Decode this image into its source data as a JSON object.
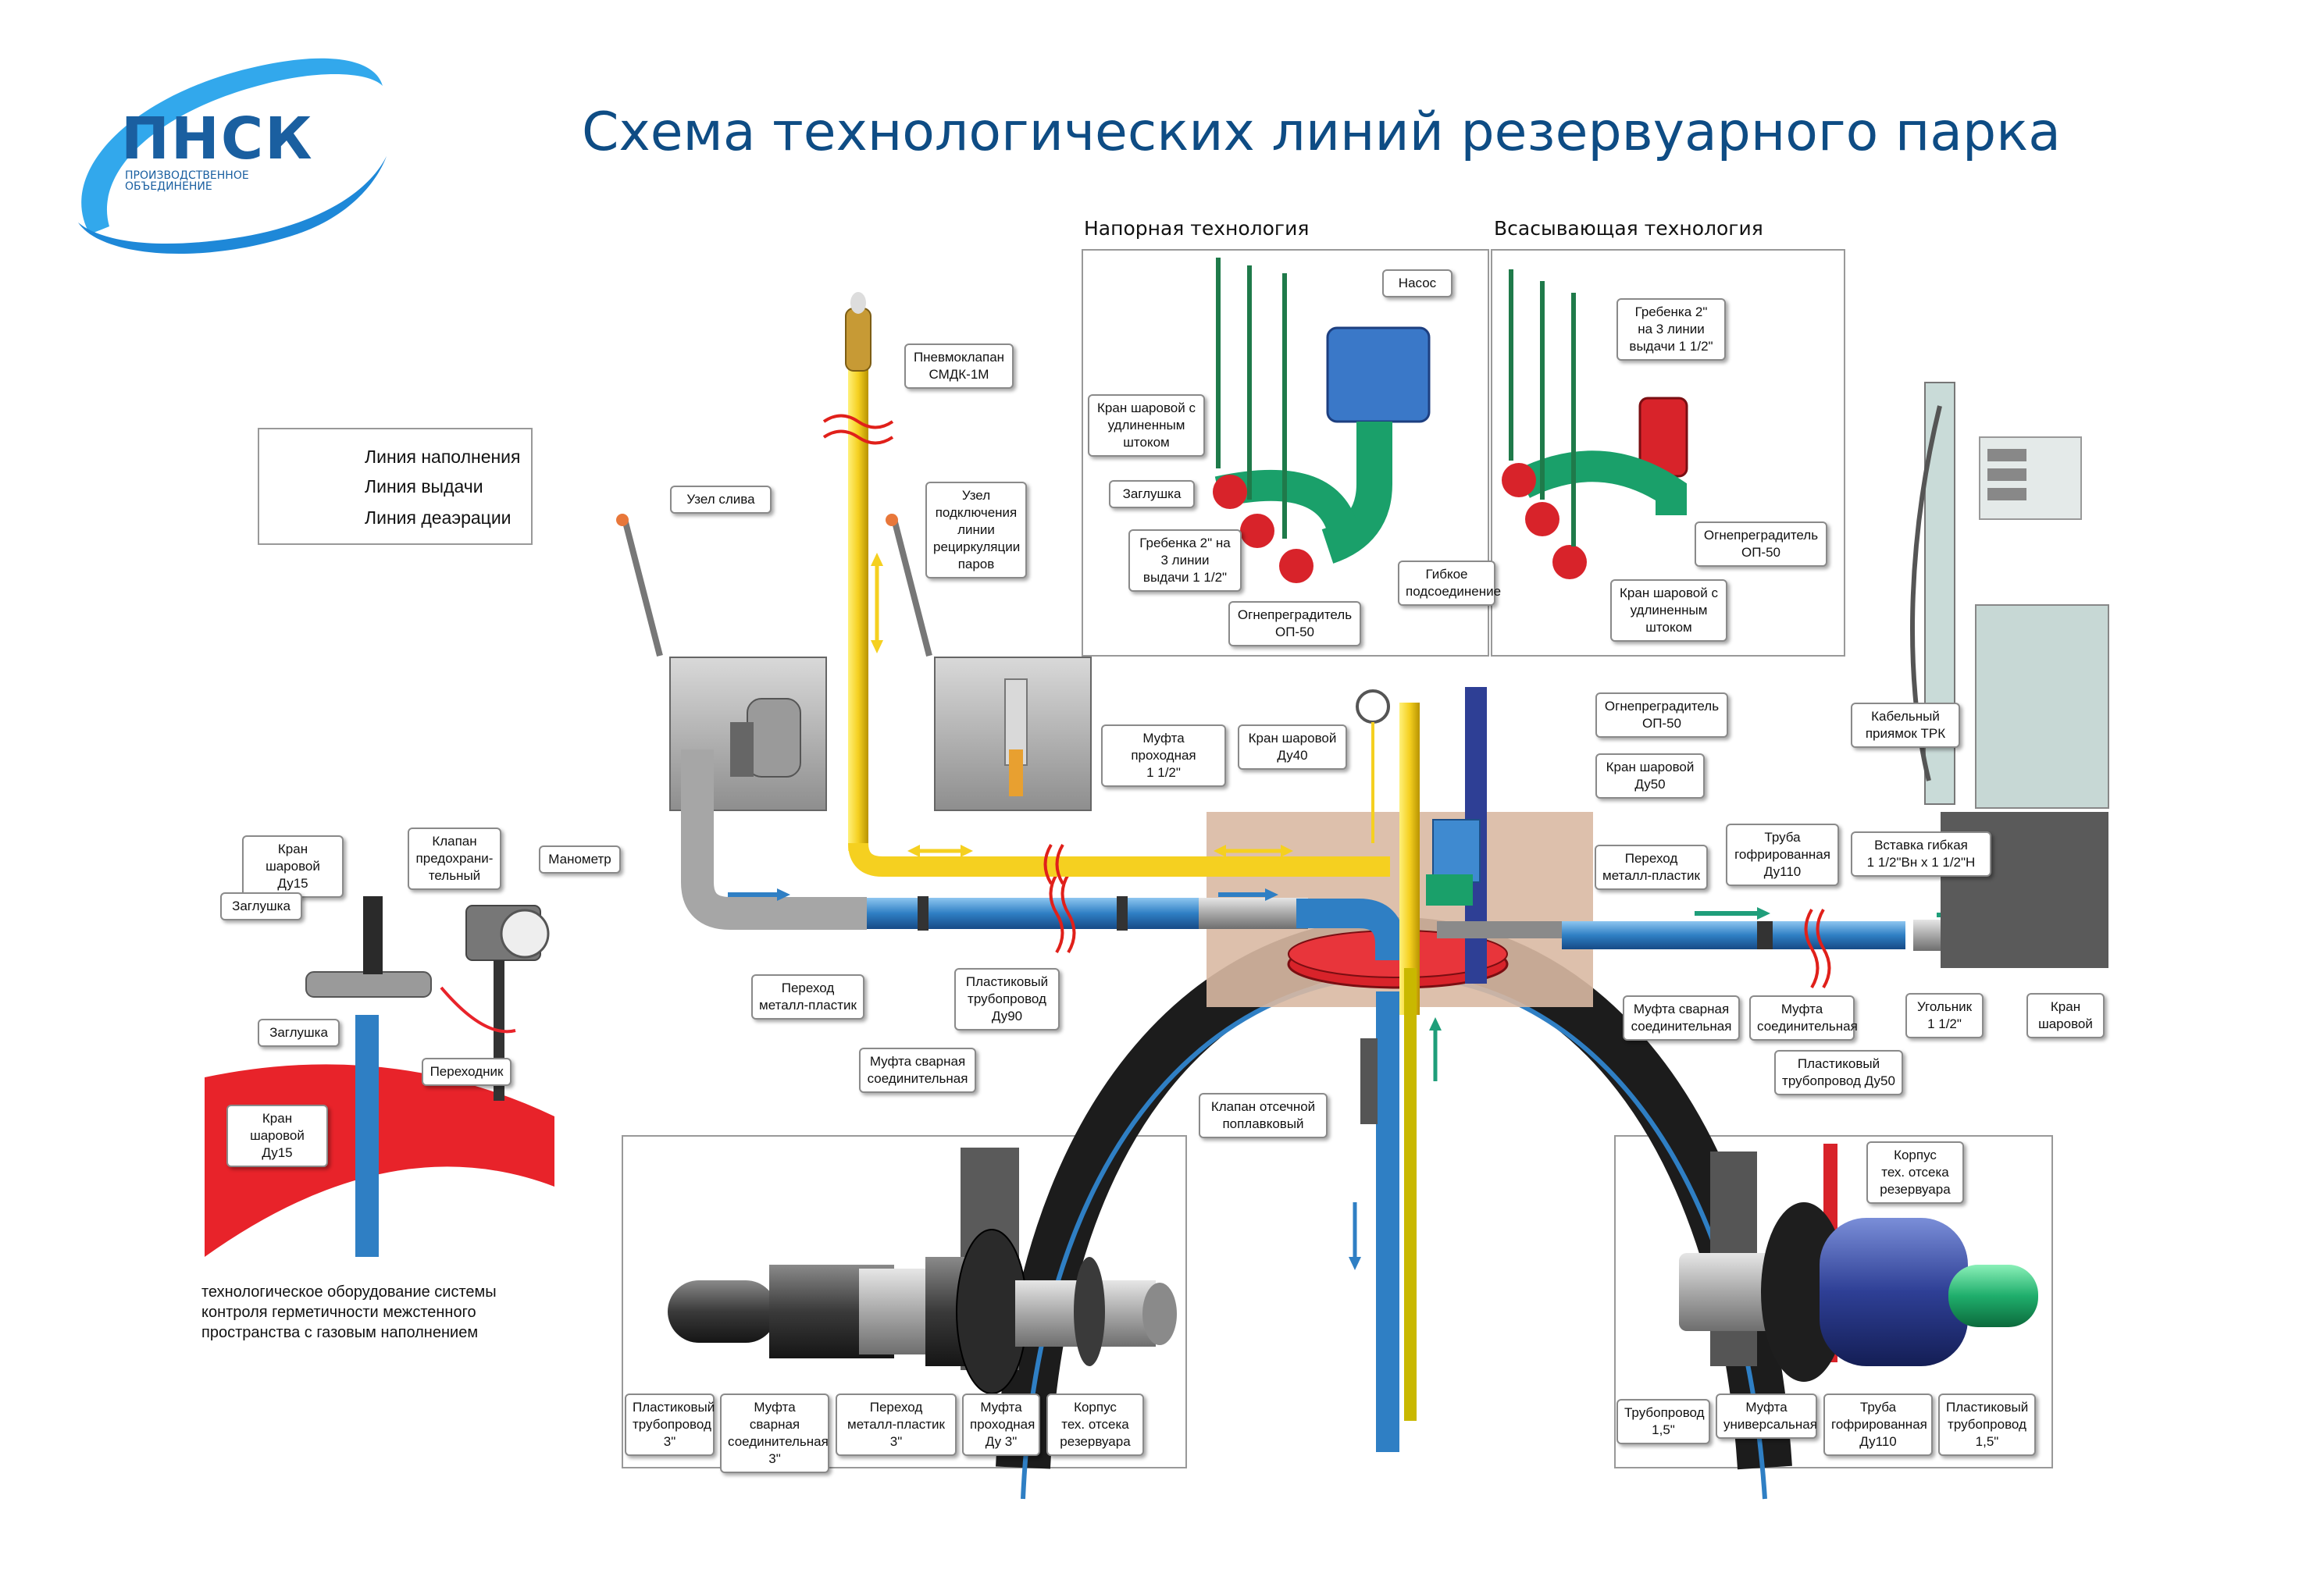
{
  "header": {
    "logo": "ПНСК",
    "logo_subtitle": "ПРОИЗВОДСТВЕННОЕ\nОБЪЕДИНЕНИЕ",
    "title": "Схема технологических линий резервуарного парка"
  },
  "sections": {
    "pressure": "Напорная технология",
    "suction": "Всасывающая технология"
  },
  "legend": {
    "items": [
      {
        "label": "Линия наполнения",
        "color": "#2f7fc4"
      },
      {
        "label": "Линия выдачи",
        "color": "#1f9e7a"
      },
      {
        "label": "Линия деаэрации",
        "color": "#f5d020"
      }
    ]
  },
  "note": "технологическое оборудование системы\nконтроля герметичности межстенного\nпространства с газовым наполнением",
  "labels": {
    "pnevmoklapan": "Пневмоклапан\nСМДК-1М",
    "uzel_sliva": "Узел слива",
    "uzel_recirc": "Узел\nподключения\nлинии\nрециркуляции\nпаров",
    "mufta_prohodnaya": "Муфта проходная\n1 1/2\"",
    "kran_du40": "Кран шаровой\nДу40",
    "nasos": "Насос",
    "kran_shtok_p": "Кран шаровой с\nудлиненным\nштоком",
    "zaglushka_p": "Заглушка",
    "grebenka_p": "Гребенка 2\" на\n3 линии\nвыдачи 1 1/2\"",
    "gibkoe": "Гибкое\nподсоединение",
    "op50_p": "Огнепреградитель\nОП-50",
    "grebenka_s": "Гребенка 2\"\nна 3 линии\nвыдачи 1 1/2\"",
    "op50_s": "Огнепреградитель\nОП-50",
    "kran_shtok_s": "Кран шаровой с\nудлиненным\nштоком",
    "op50_c": "Огнепреградитель\nОП-50",
    "kran_du50": "Кран шаровой\nДу50",
    "kabelny": "Кабельный\nприямок ТРК",
    "perehod_right": "Переход\nметалл-пластик",
    "truba_gofr": "Труба\nгофрированная\nДу110",
    "vstavka": "Вставка гибкая\n1 1/2\"Вн х 1 1/2\"Н",
    "mufta_svar_right": "Муфта сварная\nсоединительная",
    "mufta_soed_right": "Муфта\nсоединительная",
    "plast_du50": "Пластиковый\nтрубопровод Ду50",
    "ugolnik": "Угольник\n1 1/2\"",
    "kran_sharovoy": "Кран\nшаровой",
    "perehod_left": "Переход\nметалл-пластик",
    "plast_du90": "Пластиковый\nтрубопровод\nДу90",
    "mufta_svar_left": "Муфта сварная\nсоединительная",
    "klapan_otsech": "Клапан отсечной\nпоплавковый",
    "kran_du15_a": "Кран шаровой\nДу15",
    "klapan_pred": "Клапан\nпредохрани-\nтельный",
    "manometr": "Манометр",
    "zaglushka_a": "Заглушка",
    "zaglushka_b": "Заглушка",
    "perehodnik": "Переходник",
    "kran_du15_b": "Кран шаровой\nДу15",
    "bl_plast": "Пластиковый\nтрубопровод\n3\"",
    "bl_mufta_svar": "Муфта сварная\nсоединительная\n3\"",
    "bl_perehod": "Переход\nметалл-пластик 3\"",
    "bl_mufta_prohod": "Муфта\nпроходная\nДу 3\"",
    "bl_korpus": "Корпус\nтех. отсека\nрезервуара",
    "br_korpus": "Корпус\nтех. отсека\nрезервуара",
    "br_truboprovod": "Трубопровод\n1,5\"",
    "br_mufta_univ": "Муфта\nуниверсальная",
    "br_truba_gofr": "Труба\nгофрированная\nДу110",
    "br_plast": "Пластиковый\nтрубопровод\n1,5\""
  }
}
